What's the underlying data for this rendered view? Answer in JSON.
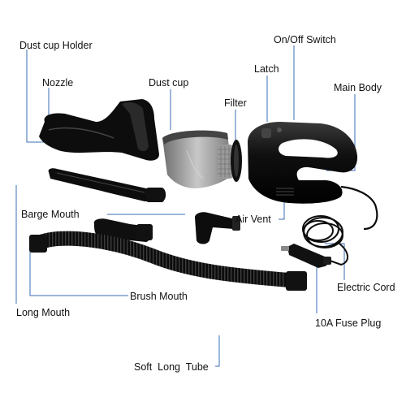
{
  "labels": {
    "dust_cup_holder": "Dust cup Holder",
    "nozzle": "Nozzle",
    "dust_cup": "Dust cup",
    "filter": "Filter",
    "latch": "Latch",
    "on_off_switch": "On/Off Switch",
    "main_body": "Main Body",
    "barge_mouth": "Barge Mouth",
    "air_vent": "Air Vent",
    "electric_cord": "Electric Cord",
    "long_mouth": "Long Mouth",
    "brush_mouth": "Brush Mouth",
    "fuse_plug": "10A Fuse Plug",
    "soft_long_tube": "Soft  Long  Tube"
  },
  "colors": {
    "leader_line": "#3a6fb5",
    "part_body": "#111111",
    "dust_cup": "#9a9a9a"
  }
}
